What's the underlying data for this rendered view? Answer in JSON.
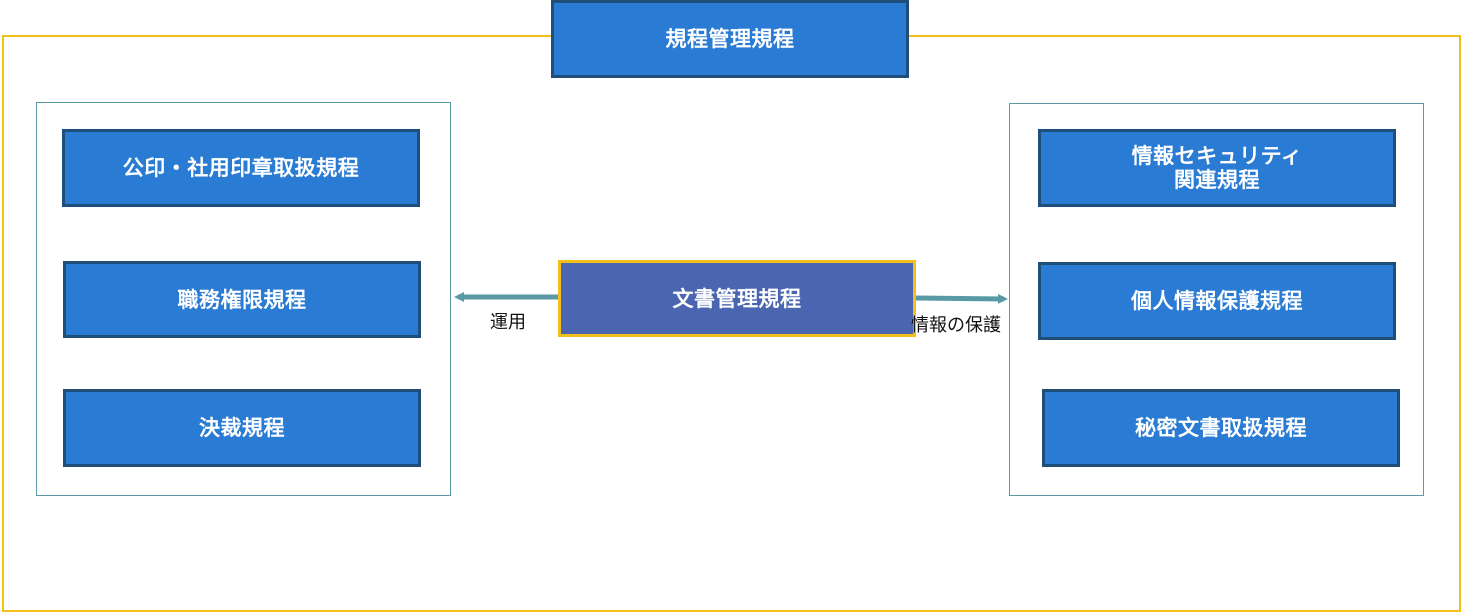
{
  "title_box": {
    "label": "規程管理規程"
  },
  "center_box": {
    "label": "文書管理規程"
  },
  "left_group": {
    "items": [
      {
        "label": "公印・社用印章取扱規程"
      },
      {
        "label": "職務権限規程"
      },
      {
        "label": "決裁規程"
      }
    ]
  },
  "right_group": {
    "items": [
      {
        "label": "情報セキュリティ\n関連規程"
      },
      {
        "label": "個人情報保護規程"
      },
      {
        "label": "秘密文書取扱規程"
      }
    ]
  },
  "edges": {
    "left_label": "運用",
    "right_label": "情報の保護"
  },
  "colors": {
    "box_fill": "#2a7bd3",
    "box_border": "#1f4e79",
    "center_fill": "#4a66b0",
    "frame_yellow": "#f2bf1b",
    "group_border": "#5a9aa6",
    "arrow": "#5a9aa6"
  }
}
